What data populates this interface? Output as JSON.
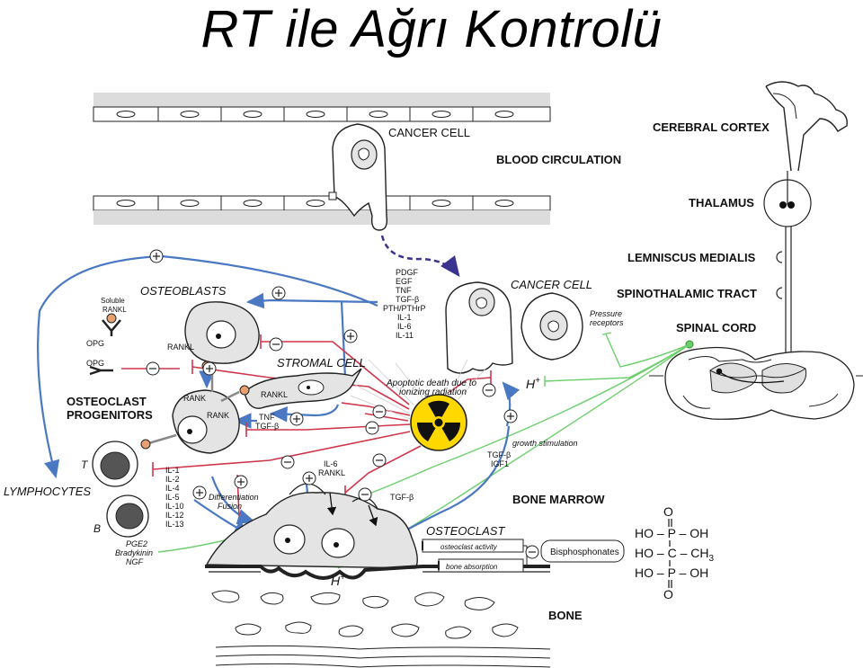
{
  "title": "RT ile Ağrı Kontrolü",
  "labels": {
    "cancer_cell_top": "CANCER CELL",
    "blood_circulation": "BLOOD CIRCULATION",
    "cerebral_cortex": "CEREBRAL CORTEX",
    "thalamus": "THALAMUS",
    "lemniscus_medialis": "LEMNISCUS MEDIALIS",
    "spinothalamic_tract": "SPINOTHALAMIC TRACT",
    "spinal_cord": "SPINAL CORD",
    "cancer_cell_right": "CANCER CELL",
    "pressure_receptors_1": "Pressure",
    "pressure_receptors_2": "receptors",
    "h_plus_right": "H",
    "h_plus_bottom": "H",
    "plus_sup": "+",
    "osteoblasts": "OSTEOBLASTS",
    "soluble": "Soluble",
    "rankl_soluble": "RANKL",
    "opg_1": "OPG",
    "opg_2": "OPG",
    "rankl_osteoblast": "RANKL",
    "stromal_cell": "STROMAL CELL",
    "rankl_stromal": "RANKL",
    "rank_1": "RANK",
    "rank_2": "RANK",
    "osteoclast_progenitors_1": "OSTEOCLAST",
    "osteoclast_progenitors_2": "PROGENITORS",
    "tnf": "TNF",
    "tgf_b_1": "TGF-β",
    "apoptotic_1": "Apoptotic death due to",
    "apoptotic_2": "ionizing radiation",
    "growth_stimulation": "growth stimulation",
    "tgf_b_2": "TGF-β",
    "igf1": "IGF1",
    "t_cell": "T",
    "b_cell": "B",
    "lymphocytes": "LYMPHOCYTES",
    "il6": "IL-6",
    "rankl_il6": "RANKL",
    "tgf_b_3": "TGF-β",
    "bone_marrow": "BONE MARROW",
    "osteoclast": "OSTEOCLAST",
    "differentiation": "Differentiation",
    "fusion": "Fusion",
    "osteoclast_activity": "osteoclast activity",
    "bone_absorption": "bone absorption",
    "bisphosphonates": "Bisphosphonates",
    "bone": "BONE",
    "pge2": "PGE2",
    "bradykinin": "Bradykinin",
    "ngf": "NGF"
  },
  "growth_factors": [
    "PDGF",
    "EGF",
    "TNF",
    "TGF-β",
    "PTH/PTHrP",
    "IL-1",
    "IL-6",
    "IL-11"
  ],
  "interleukins": [
    "IL-1",
    "IL-2",
    "IL-4",
    "IL-5",
    "IL-10",
    "IL-12",
    "IL-13"
  ],
  "chem": {
    "row1": "HO – P – OH",
    "row2": "HO – C – CH",
    "row2_sub": "3",
    "row3": "HO – P – OH",
    "o_top": "O",
    "o_bottom": "O"
  },
  "colors": {
    "blue_arrow": "#4a78c2",
    "red_inhibit": "#d0364a",
    "green_nerve": "#6ccf6c",
    "radiation_yellow": "#ffd800",
    "cell_fill": "#e4e4e4"
  }
}
